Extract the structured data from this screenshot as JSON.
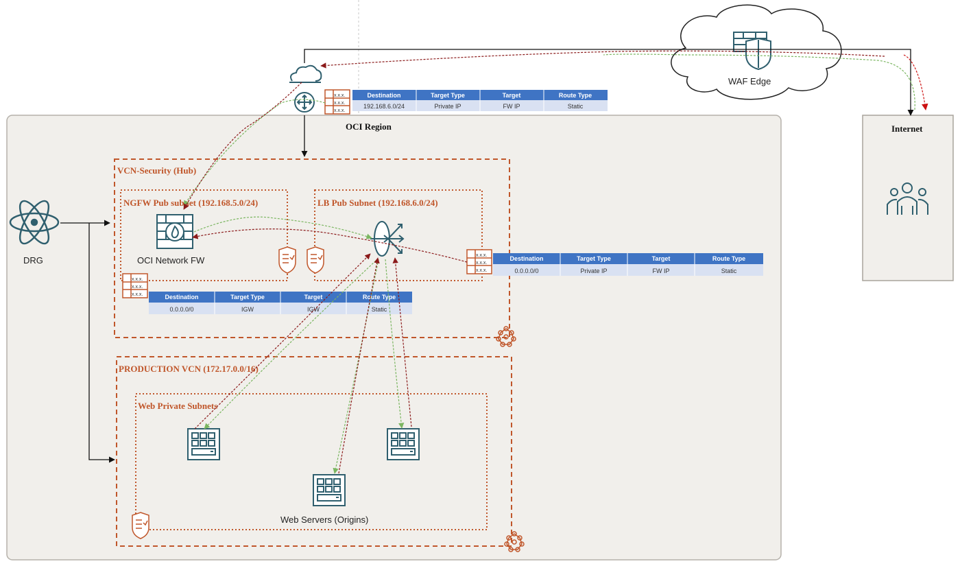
{
  "colors": {
    "accent": "#c74634",
    "icon": "#2f5f6e",
    "table_header": "#3f74c4",
    "table_row": "#d9e1f2",
    "region_bg": "#f1efeb",
    "green_flow": "#7bb661",
    "red_flow": "#8b1a1a"
  },
  "labels": {
    "waf_edge": "WAF Edge",
    "oci_region": "OCI Region",
    "internet": "Internet",
    "vcn_security": "VCN-Security (Hub)",
    "ngfw_subnet": "NGFW Pub subnet (192.168.5.0/24)",
    "lb_subnet": "LB Pub Subnet (192.168.6.0/24)",
    "production_vcn": "PRODUCTION VCN (172.17.0.0/16)",
    "web_private": "Web Private Subnets",
    "drg": "DRG",
    "oci_network_fw": "OCI Network FW",
    "web_servers": "Web Servers (Origins)"
  },
  "icons": {
    "waf": "waf-shield-icon",
    "router": "internet-gateway-icon",
    "drg": "drg-icon",
    "firewall": "firewall-icon",
    "load_balancer": "load-balancer-icon",
    "users": "users-icon",
    "server": "server-icon",
    "security_list": "security-list-icon",
    "route_table": "route-table-icon",
    "vcn": "vcn-icon"
  },
  "route_tables": {
    "igw": {
      "headers": [
        "Destination",
        "Target Type",
        "Target",
        "Route Type"
      ],
      "row": [
        "192.168.6.0/24",
        "Private IP",
        "FW IP",
        "Static"
      ]
    },
    "lb": {
      "headers": [
        "Destination",
        "Target Type",
        "Target",
        "Route Type"
      ],
      "row": [
        "0.0.0.0/0",
        "Private IP",
        "FW IP",
        "Static"
      ]
    },
    "ngfw": {
      "headers": [
        "Destination",
        "Target Type",
        "Target",
        "Route Type"
      ],
      "row": [
        "0.0.0.0/0",
        "IGW",
        "IGW",
        "Static"
      ]
    },
    "table_icon_text": "x.x.x."
  }
}
